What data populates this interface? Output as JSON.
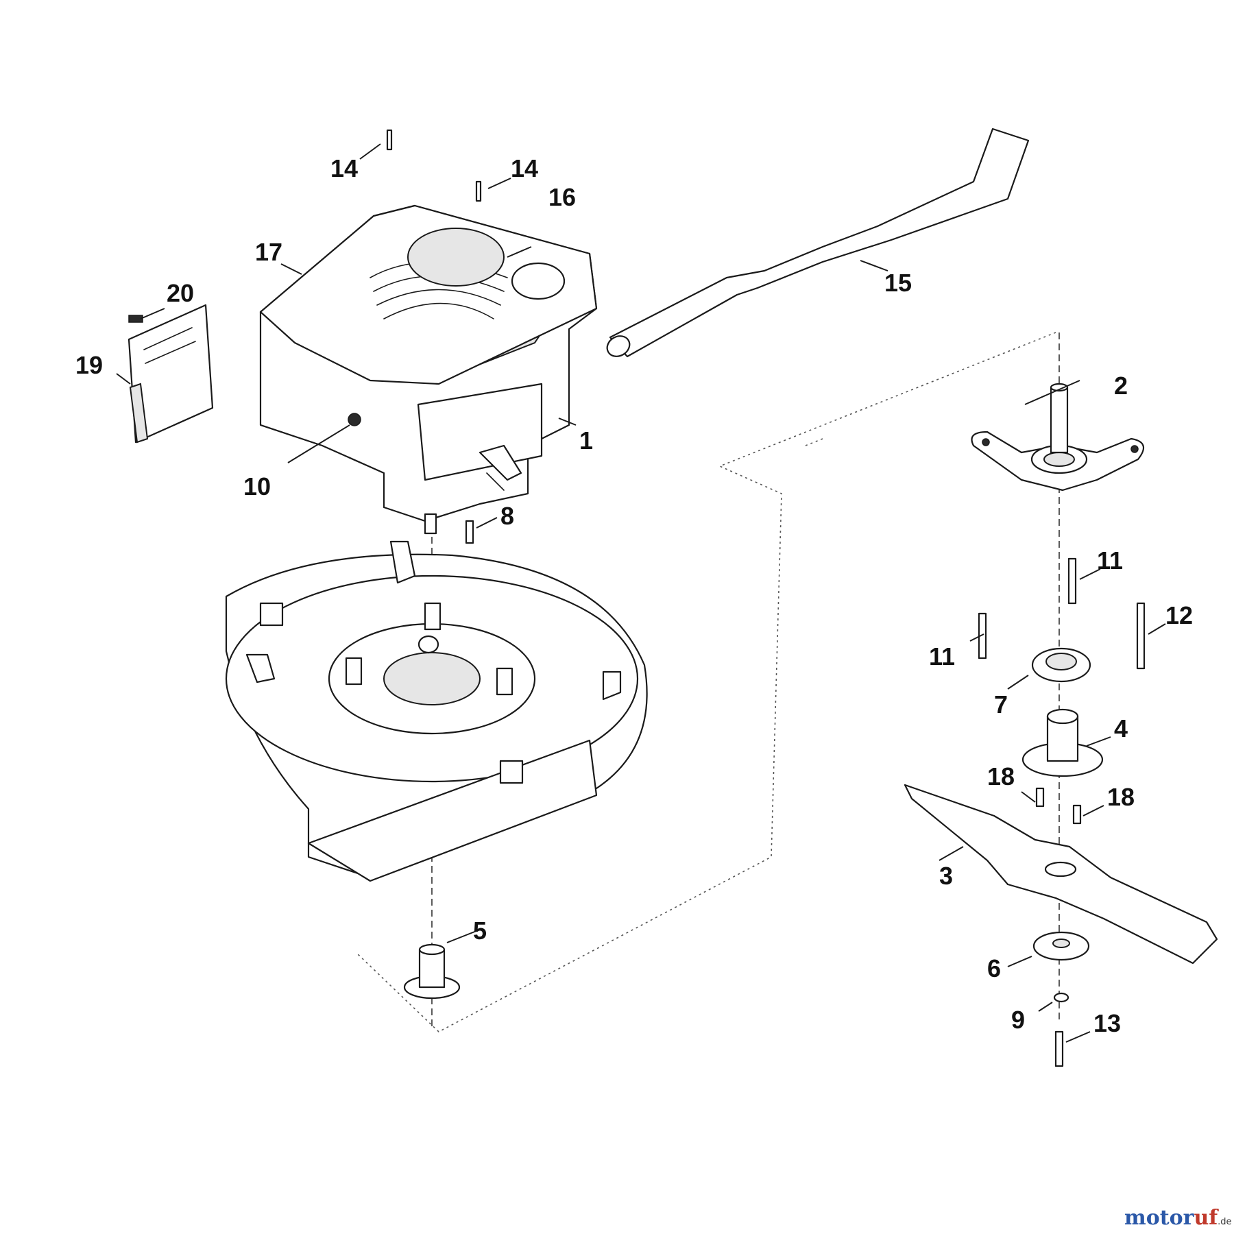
{
  "callouts": {
    "c1": "1",
    "c2": "2",
    "c3": "3",
    "c4": "4",
    "c5": "5",
    "c6": "6",
    "c7": "7",
    "c8": "8",
    "c9": "9",
    "c10": "10",
    "c11a": "11",
    "c11b": "11",
    "c12": "12",
    "c13": "13",
    "c14a": "14",
    "c14b": "14",
    "c15": "15",
    "c16": "16",
    "c17": "17",
    "c18a": "18",
    "c18b": "18",
    "c19": "19",
    "c20": "20"
  },
  "watermark": {
    "part1": "motor",
    "part2": "uf",
    "suffix": ".de"
  }
}
